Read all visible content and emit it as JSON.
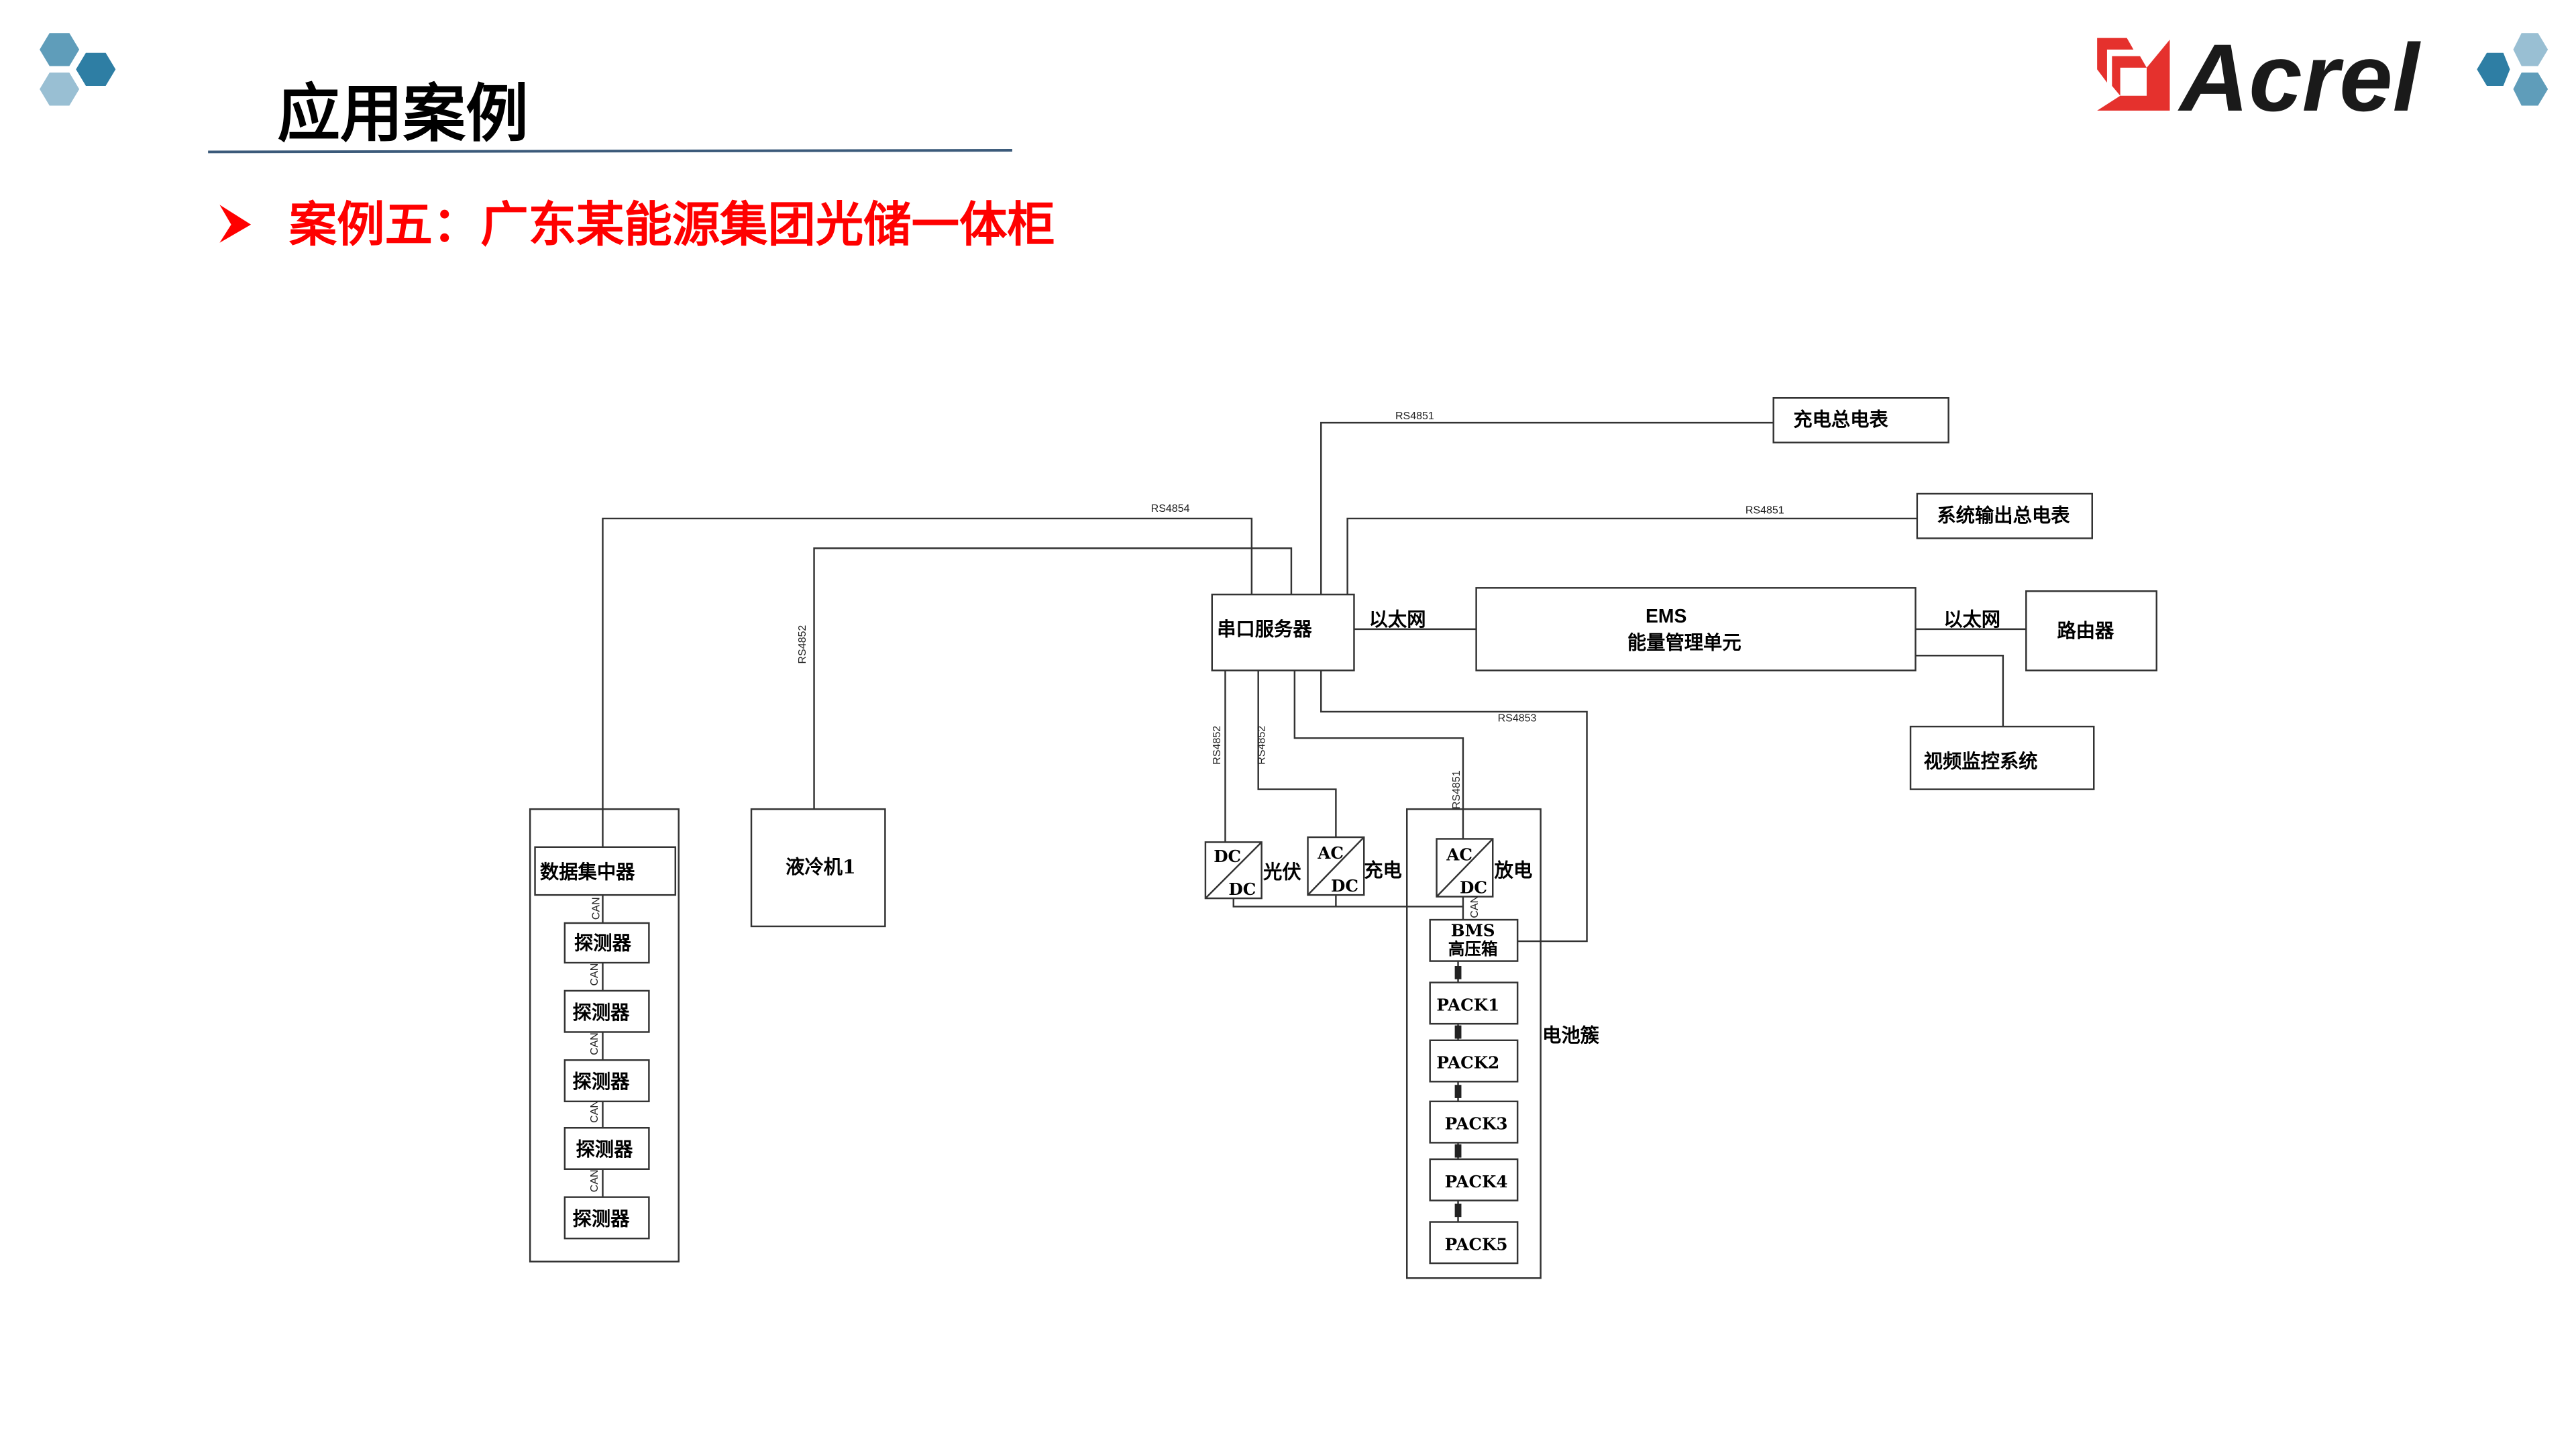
{
  "header": {
    "title": "应用案例",
    "subtitle": "案例五：广东某能源集团光储一体柜",
    "logo_text": "Acrel",
    "colors": {
      "accent_red": "#ff0000",
      "logo_red": "#e5312d",
      "hex_dark": "#2e7ea4",
      "hex_mid": "#5f9dba",
      "hex_light": "#99bfd3",
      "rule": "#3b5a7a"
    }
  },
  "diagram": {
    "charge_meter": "充电总电表",
    "output_meter": "系统输出总电表",
    "serial_server": "串口服务器",
    "ems_title": "EMS",
    "ems_subtitle": "能量管理单元",
    "router": "路由器",
    "video": "视频监控系统",
    "ethernet_1": "以太网",
    "ethernet_2": "以太网",
    "data_collector": "数据集中器",
    "detectors": [
      "探测器",
      "探测器",
      "探测器",
      "探测器",
      "探测器"
    ],
    "can": "CAN",
    "liquid_cooler": "液冷机1",
    "pv_conv_top": "DC",
    "pv_conv_bottom": "DC",
    "pv_label": "光伏",
    "chg_conv_top": "AC",
    "chg_conv_bottom": "DC",
    "chg_label": "充电",
    "dis_conv_top": "AC",
    "dis_conv_bottom": "DC",
    "dis_label": "放电",
    "bms_line1": "BMS",
    "bms_line2": "高压箱",
    "packs": [
      "PACK1",
      "PACK2",
      "PACK3",
      "PACK4",
      "PACK5"
    ],
    "cluster_label": "电池簇",
    "links": {
      "rs4851_charge": "RS4851",
      "rs4851_output": "RS4851",
      "rs4854": "RS4854",
      "rs4852_cooler": "RS4852",
      "rs4852_pv": "RS4852",
      "rs4852_chg": "RS4852",
      "rs4853": "RS4853",
      "rs4851_dis": "RS4851"
    }
  }
}
